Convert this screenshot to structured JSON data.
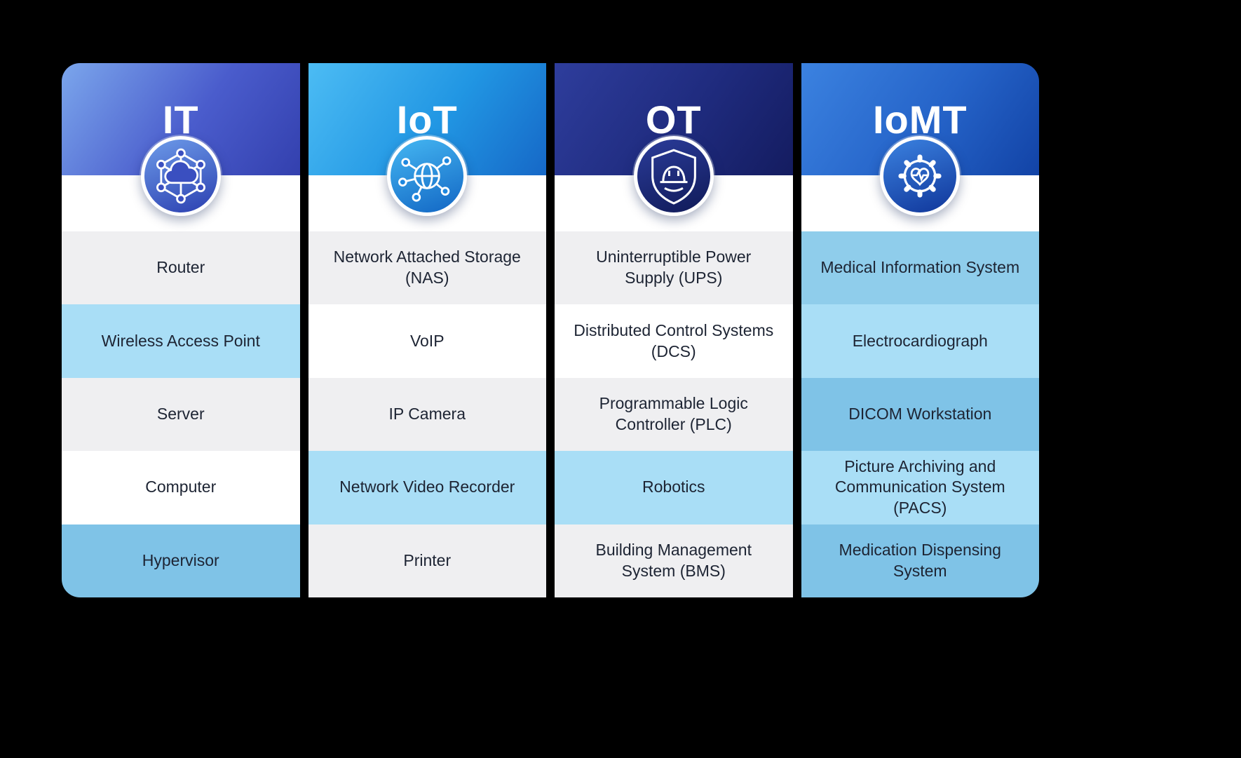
{
  "page": {
    "background": "#000000"
  },
  "table": {
    "text_color": "#1d2433",
    "columns": [
      {
        "title": "IT",
        "icon": "network-mesh-icon",
        "header_bg": "linear-gradient(125deg, #7ba6ec 0%, #4a5ccc 55%, #3340ae 100%)",
        "icon_bg": "linear-gradient(160deg, #6d9be9 0%, #2b3fb0 100%)",
        "rows": [
          {
            "label": "Router",
            "bg": "#efeff1"
          },
          {
            "label": "Wireless Access Point",
            "bg": "#a9def6"
          },
          {
            "label": "Server",
            "bg": "#efeff1"
          },
          {
            "label": "Computer",
            "bg": "#ffffff"
          },
          {
            "label": "Hypervisor",
            "bg": "#7fc3e7"
          }
        ]
      },
      {
        "title": "IoT",
        "icon": "globe-network-icon",
        "header_bg": "linear-gradient(125deg, #4cbcf4 0%, #2196e3 55%, #1668c7 100%)",
        "icon_bg": "linear-gradient(160deg, #45b7f2 0%, #1266c4 100%)",
        "rows": [
          {
            "label": "Network Attached Storage (NAS)",
            "bg": "#efeff1"
          },
          {
            "label": "VoIP",
            "bg": "#ffffff"
          },
          {
            "label": "IP Camera",
            "bg": "#efeff1"
          },
          {
            "label": "Network Video Recorder",
            "bg": "#a9def6"
          },
          {
            "label": "Printer",
            "bg": "#efeff1"
          }
        ]
      },
      {
        "title": "OT",
        "icon": "shield-hardhat-icon",
        "header_bg": "linear-gradient(125deg, #2e3d9c 0%, #1f2b7e 55%, #141c60 100%)",
        "icon_bg": "linear-gradient(160deg, #2b3c9a 0%, #101a58 100%)",
        "rows": [
          {
            "label": "Uninterruptible Power Supply (UPS)",
            "bg": "#efeff1"
          },
          {
            "label": "Distributed Control Systems (DCS)",
            "bg": "#ffffff"
          },
          {
            "label": "Programmable Logic Controller (PLC)",
            "bg": "#efeff1"
          },
          {
            "label": "Robotics",
            "bg": "#a9def6"
          },
          {
            "label": "Building Management System (BMS)",
            "bg": "#efeff1"
          }
        ]
      },
      {
        "title": "IoMT",
        "icon": "gear-heart-ecg-icon",
        "header_bg": "linear-gradient(125deg, #3b82e0 0%, #2563c8 55%, #1243a6 100%)",
        "icon_bg": "linear-gradient(160deg, #3b82e0 0%, #10369a 100%)",
        "rows": [
          {
            "label": "Medical Information System",
            "bg": "#8fcdeb"
          },
          {
            "label": "Electrocardiograph",
            "bg": "#a9def6"
          },
          {
            "label": "DICOM Workstation",
            "bg": "#7fc3e7"
          },
          {
            "label": "Picture Archiving and Communication System (PACS)",
            "bg": "#a9def6"
          },
          {
            "label": "Medication Dispensing System",
            "bg": "#7fc3e7"
          }
        ]
      }
    ]
  }
}
